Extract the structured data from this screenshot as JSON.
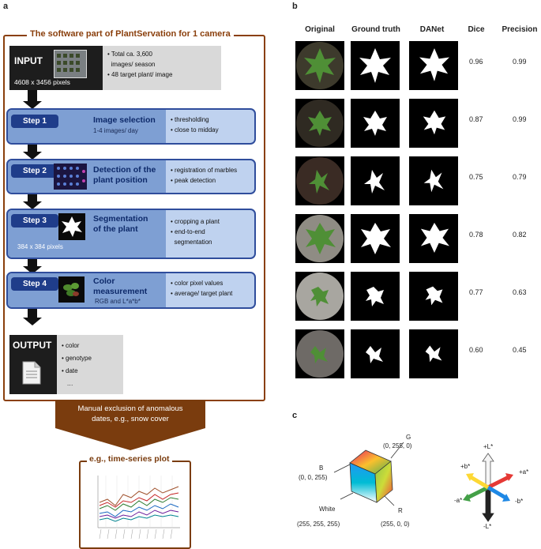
{
  "panel_a": {
    "letter": "a",
    "title": "The software part of PlantServation for 1 camera",
    "input": {
      "title": "INPUT",
      "resolution": "4608 x 3456 pixels",
      "bullets": [
        "• Total ca. 3,600",
        "  images/ season",
        "• 48 target plant/ image"
      ]
    },
    "steps": [
      {
        "badge": "Step 1",
        "title_lines": [
          "Image selection"
        ],
        "sub": "1-4 images/ day",
        "bullets": [
          "• thresholding",
          "• close to midday"
        ]
      },
      {
        "badge": "Step 2",
        "title_lines": [
          "Detection of the",
          "plant position"
        ],
        "sub": "",
        "bullets": [
          "• registration of marbles",
          "• peak detection"
        ]
      },
      {
        "badge": "Step 3",
        "title_lines": [
          "Segmentation",
          "of the plant"
        ],
        "sub": "384 x 384 pixels",
        "bullets": [
          "• cropping a plant",
          "• end-to-end",
          "  segmentation"
        ]
      },
      {
        "badge": "Step 4",
        "title_lines": [
          "Color",
          "measurement"
        ],
        "sub": "RGB and L*a*b*",
        "bullets": [
          "• color pixel values",
          "• average/ target plant"
        ]
      }
    ],
    "output": {
      "title": "OUTPUT",
      "bullets": [
        "• color",
        "• genotype",
        "• date",
        "   …"
      ]
    },
    "exclusion": [
      "Manual exclusion of anomalous",
      "dates, e.g., snow cover"
    ],
    "plot_title": "e.g., time-series plot"
  },
  "panel_b": {
    "letter": "b",
    "headers": [
      "Original",
      "Ground truth",
      "DANet",
      "Dice",
      "Precision"
    ],
    "rows": [
      {
        "dice": "0.96",
        "precision": "0.99"
      },
      {
        "dice": "0.87",
        "precision": "0.99"
      },
      {
        "dice": "0.75",
        "precision": "0.79"
      },
      {
        "dice": "0.78",
        "precision": "0.82"
      },
      {
        "dice": "0.77",
        "precision": "0.63"
      },
      {
        "dice": "0.60",
        "precision": "0.45"
      }
    ]
  },
  "panel_c": {
    "letter": "c",
    "rgb_labels": {
      "g": "G",
      "g_val": "(0, 255, 0)",
      "b": "B",
      "b_val": "(0, 0, 255)",
      "white": "White",
      "white_val": "(255, 255, 255)",
      "r": "R",
      "r_val": "(255, 0, 0)"
    },
    "lab_labels": {
      "plus_l": "+L*",
      "minus_l": "-L*",
      "plus_a": "+a*",
      "minus_a": "-a*",
      "plus_b": "+b*",
      "minus_b": "-b*"
    }
  }
}
